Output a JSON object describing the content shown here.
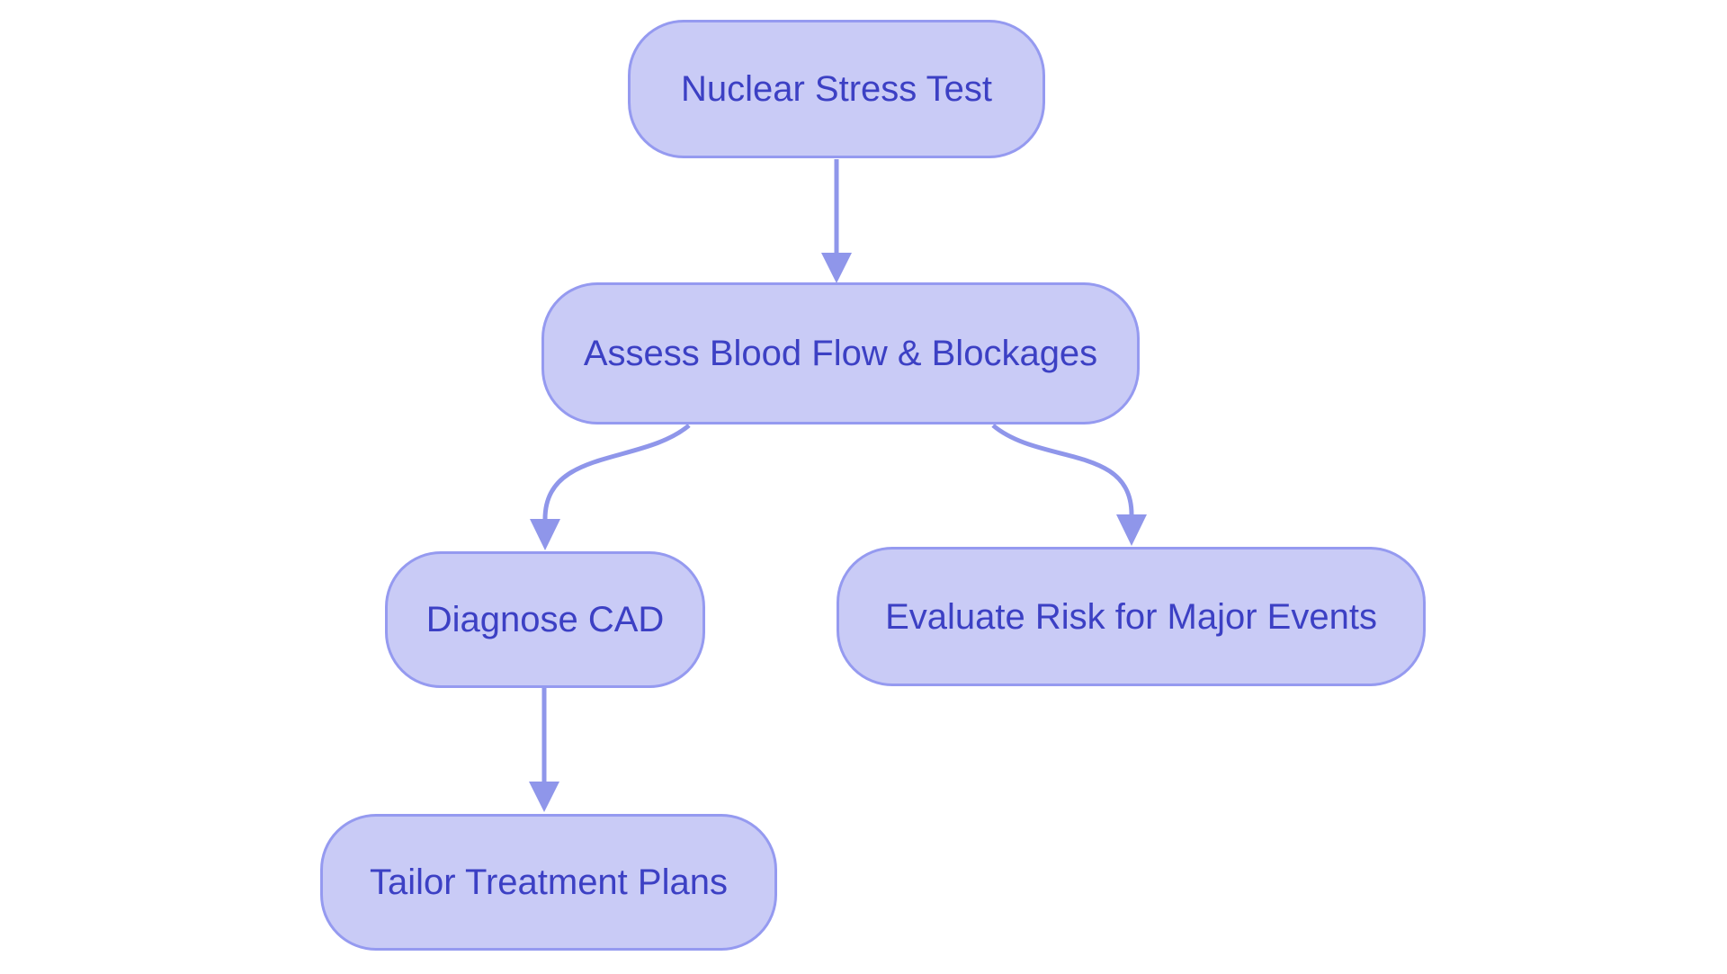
{
  "diagram": {
    "type": "flowchart",
    "direction": "top-down",
    "colors": {
      "background": "#ffffff",
      "node_fill": "#c9cbf6",
      "node_border": "#959af0",
      "node_text": "#3c40c4",
      "arrow": "#8f96ea"
    },
    "nodes": [
      {
        "id": "nuclear-stress-test",
        "label": "Nuclear Stress Test"
      },
      {
        "id": "assess-blood-flow",
        "label": "Assess Blood Flow & Blockages"
      },
      {
        "id": "diagnose-cad",
        "label": "Diagnose CAD"
      },
      {
        "id": "evaluate-risk",
        "label": "Evaluate Risk for Major Events"
      },
      {
        "id": "tailor-treatment-plans",
        "label": "Tailor Treatment Plans"
      }
    ],
    "edges": [
      {
        "from": "nuclear-stress-test",
        "to": "assess-blood-flow"
      },
      {
        "from": "assess-blood-flow",
        "to": "diagnose-cad"
      },
      {
        "from": "assess-blood-flow",
        "to": "evaluate-risk"
      },
      {
        "from": "diagnose-cad",
        "to": "tailor-treatment-plans"
      }
    ]
  }
}
